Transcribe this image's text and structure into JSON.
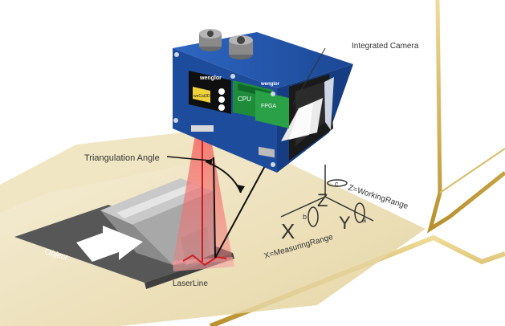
{
  "labels": {
    "integrated_camera": "Integrated Camera",
    "triangulation_angle": "Triangulation Angle",
    "z_working_range": "Z=WorkingRange",
    "x_measuring_range": "X=MeasuringRange",
    "laser_line": "LaserLine",
    "object": "Object"
  },
  "axes": {
    "x": "X",
    "y": "Y",
    "z": "Z",
    "rot_a": "a",
    "rot_b": "b",
    "rot_c": "c"
  },
  "sensor": {
    "brand": "wenglor",
    "brand_right": "wenglor",
    "model_badge": "weCat3D",
    "board_cpu": "CPU",
    "board_fpga": "FPGA"
  },
  "colors": {
    "housing_blue": "#1d4fa0",
    "laser_red": "#e8434a",
    "platform_gold": "#e6d7a6",
    "gold_border": "#c9a43a",
    "conveyor_dark": "#555555"
  }
}
